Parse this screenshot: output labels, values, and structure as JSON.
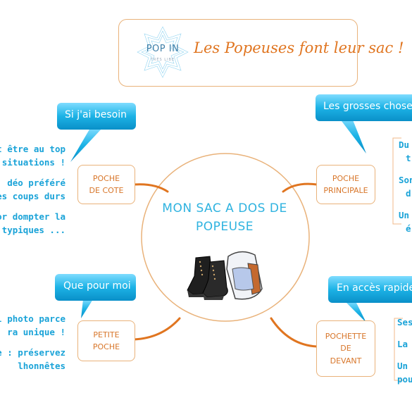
{
  "header": {
    "logo_main": "POP IN",
    "logo_sub": "TRÉS LIBE",
    "title": "Les Popeuses font leur sac !"
  },
  "center": {
    "title_line1": "MON SAC A DOS DE",
    "title_line2": "POPEUSE",
    "image_icon": "shoes-and-backpack-icon"
  },
  "branches": {
    "top_left": {
      "callout": "Si j'ai besoin",
      "node": "POCHE\nDE COTE",
      "notes": [
        "t être au top",
        "situations !",
        "déo préféré",
        "es coups durs",
        "or dompter la",
        "ts typiques ..."
      ]
    },
    "top_right": {
      "callout": "Les grosses choses",
      "node": "POCHE\nPRINCIPALE",
      "notes": [
        "Du",
        "t",
        "Son",
        "d",
        "Un",
        "é"
      ]
    },
    "bottom_left": {
      "callout": "Que pour moi",
      "node": "PETITE\nPOCHE",
      "notes": [
        "l photo parce",
        "ra unique !",
        "e : préservez",
        "lhonnêtes"
      ]
    },
    "bottom_right": {
      "callout": "En accès rapide",
      "node": "POCHETTE\nDE\nDEVANT",
      "notes": [
        "Ses",
        "La",
        "Un",
        "pou"
      ]
    }
  },
  "colors": {
    "orange": "#e07520",
    "callout_blue": "#1cb3e6",
    "note_blue": "#1aa3d8",
    "border": "#e9b27a"
  }
}
